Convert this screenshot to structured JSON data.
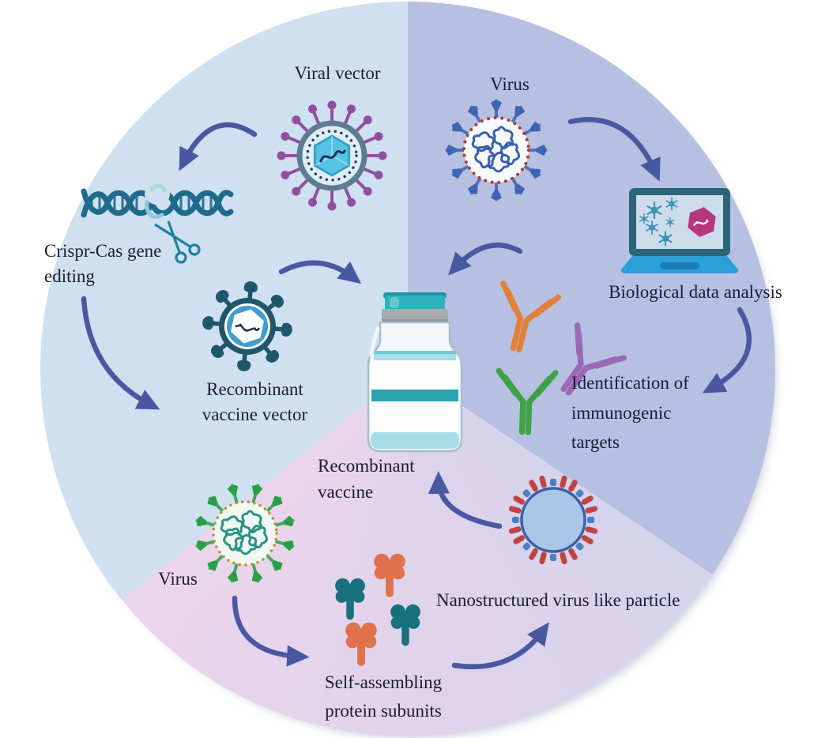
{
  "figure": {
    "type": "circular three-sector diagram of recombinant vaccine development strategies",
    "center_item": "Recombinant vaccine vial"
  },
  "sectors": [
    {
      "name": "viral-vector-engineering",
      "position": "left",
      "color": "#cfe0f1",
      "items": [
        "Viral vector",
        "Crispr-Cas gene editing",
        "Recombinant vaccine vector"
      ]
    },
    {
      "name": "target-identification",
      "position": "upper-right",
      "color": "#b6c1e1",
      "items": [
        "Virus",
        "Biological data analysis",
        "Identification of immunogenic targets"
      ]
    },
    {
      "name": "protein-nanoparticle-assembly",
      "position": "bottom",
      "color": "#e4d4ec",
      "items": [
        "Virus",
        "Self-assembling protein subunits",
        "Nanostructured virus like particle"
      ]
    }
  ],
  "labels": {
    "viral_vector": "Viral vector",
    "virus_top": "Virus",
    "crispr": "Crispr-Cas gene editing",
    "recombinant_vector": "Recombinant vaccine vector",
    "biological_data": "Biological data analysis",
    "identification": "Identification of immunogenic targets",
    "recombinant_vaccine": "Recombinant vaccine",
    "virus_bottom": "Virus",
    "self_assembling": "Self-assembling protein subunits",
    "nanostructured": "Nanostructured virus like particle"
  },
  "icons": {
    "viral_vector_virus": "enveloped icosahedral viral vector with purple spikes",
    "dna_scissors": "DNA double helix cut by scissors (gene editing)",
    "recombinant_vector_virus": "dark teal recombinant vector particle with hexagonal core",
    "blue_virus": "coronavirus with blue club spikes and RNA coils",
    "laptop": "laptop screen showing virus particles and DNA hexagon",
    "antibodies": "orange, purple and green Y-shaped antibodies",
    "vaccine_vial": "vaccine vial with teal cap and labelled band",
    "green_virus": "coronavirus with green club spikes and teal RNA coils",
    "protein_subunits": "teal and coral self-assembling protein subunits",
    "nanoparticle": "virus-like nanoparticle ringed by red and blue surface proteins"
  },
  "colors": {
    "sector_left": "#cfe0f1",
    "sector_right": "#b6c1e1",
    "sector_bottom_start": "#d6d3ed",
    "sector_bottom_end": "#ecd5ec",
    "arrow": "#4a58a2",
    "text": "#1c1c38",
    "purple_spikes": "#91509f",
    "teal_dna": "#1e6b8c",
    "vector_body": "#20566b",
    "blue_virus_spike": "#3f63b5",
    "green_virus_spike": "#27a048",
    "laptop_frame": "#2c6577",
    "laptop_base": "#2b9fd6",
    "hexagon_magenta": "#b5387e",
    "antibody_orange": "#e2803b",
    "antibody_purple": "#9a68b5",
    "antibody_green": "#3fa048",
    "vial_cap": "#2fb1bd",
    "vial_stripe": "#2aa4b0",
    "subunit_teal": "#17707c",
    "subunit_coral": "#e0714d",
    "nano_red": "#c04343",
    "nano_blue": "#4a7fc0"
  }
}
